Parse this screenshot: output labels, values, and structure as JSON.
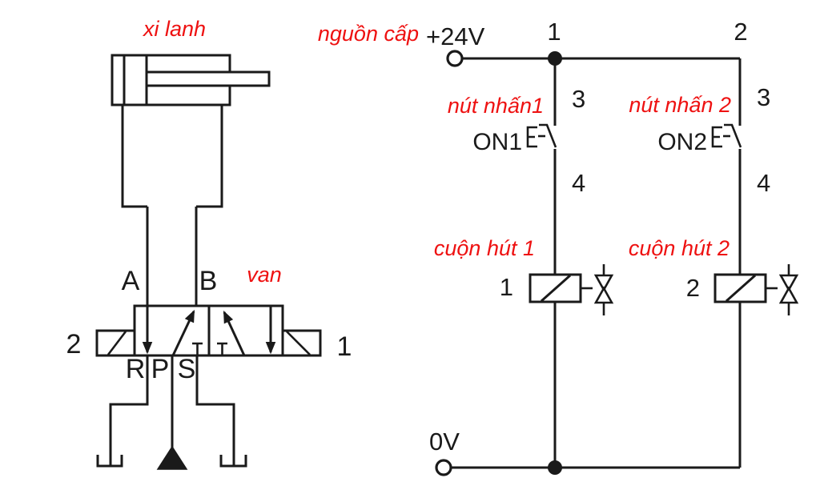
{
  "colors": {
    "ink": "#1a1a1a",
    "accent": "#ee1111"
  },
  "pneumatic": {
    "cylinder_label": "xi lanh",
    "valve_label": "van",
    "ports": {
      "a": "A",
      "b": "B",
      "r": "R",
      "p": "P",
      "s": "S",
      "pilot_left": "2",
      "pilot_right": "1"
    }
  },
  "electrical": {
    "supply_label": "nguồn cấp",
    "supply_voltage": "+24V",
    "zero_volt": "0V",
    "node1": "1",
    "node2": "2",
    "branches": [
      {
        "name_label": "nút nhấn1",
        "button": "ON1",
        "t_top": "3",
        "t_bottom": "4",
        "coil_label": "cuộn hút 1",
        "coil_no": "1"
      },
      {
        "name_label": "nút nhấn 2",
        "button": "ON2",
        "t_top": "3",
        "t_bottom": "4",
        "coil_label": "cuộn hút 2",
        "coil_no": "2"
      }
    ]
  }
}
